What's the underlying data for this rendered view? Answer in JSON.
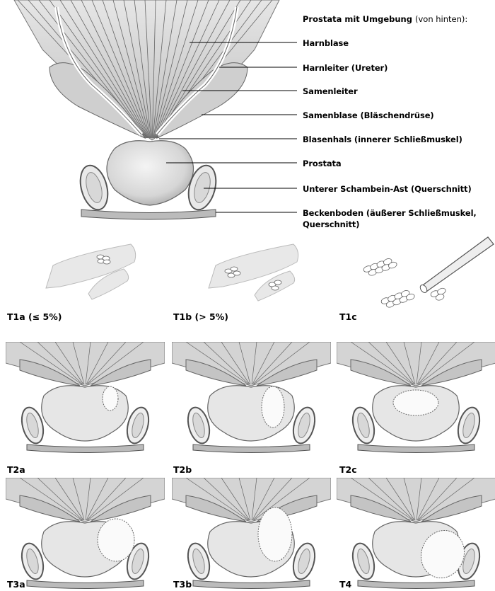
{
  "diagram": {
    "title_main": "Prostata mit Umgebung",
    "title_paren": "(von hinten):",
    "labels": [
      "Harnblase",
      "Harnleiter (Ureter)",
      "Samenleiter",
      "Samenblase (Bläschendrüse)",
      "Blasenhals (innerer Schließmuskel)",
      "Prostata",
      "Unterer Schambein-Ast (Querschnitt)",
      "Beckenboden (äußerer Schließmuskel,",
      "Querschnitt)"
    ]
  },
  "stages": [
    {
      "label": "T1a (≤ 5%)"
    },
    {
      "label": "T1b (> 5%)"
    },
    {
      "label": "T1c"
    },
    {
      "label": "T2a"
    },
    {
      "label": "T2b"
    },
    {
      "label": "T2c"
    },
    {
      "label": "T3a"
    },
    {
      "label": "T3b"
    },
    {
      "label": "T4"
    }
  ]
}
